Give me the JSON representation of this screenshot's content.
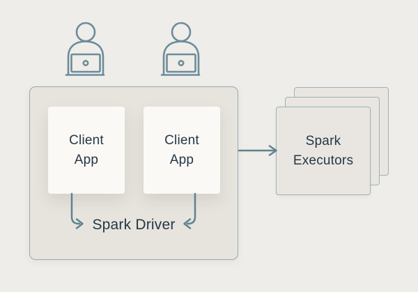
{
  "colors": {
    "background": "#efede9",
    "panel": "#e7e4de",
    "card": "#fbf9f5",
    "stack": "#e9e6e1",
    "border": "#97a9b1",
    "stack_border": "#9eb0b8",
    "text": "#243746",
    "accent": "#5f8290",
    "icon": "#6b8c9a"
  },
  "icons": {
    "user": "person-at-laptop-icon",
    "flow": "arrow-right-icon"
  },
  "diagram": {
    "driver": {
      "label": "Spark Driver",
      "clients": [
        {
          "label": "Client\nApp"
        },
        {
          "label": "Client\nApp"
        }
      ]
    },
    "executors": {
      "label": "Spark\nExecutors",
      "stack_count": 3
    }
  }
}
